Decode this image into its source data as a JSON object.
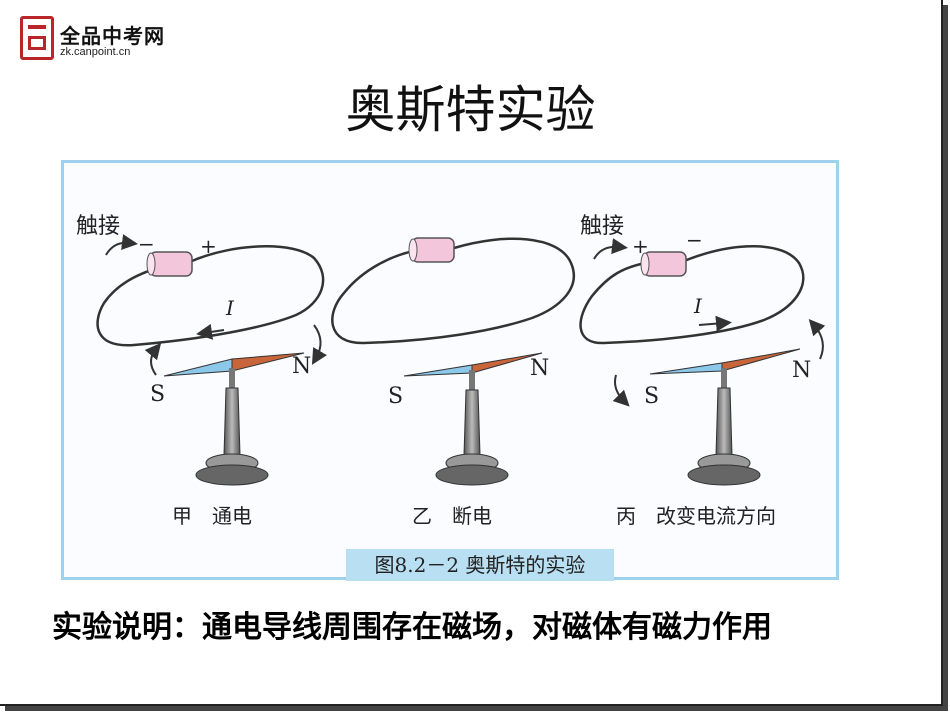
{
  "logo": {
    "name": "全品中考网",
    "url": "zk.canpoint.cn"
  },
  "title": "奥斯特实验",
  "figure": {
    "caption": "图8.2－2   奥斯特的实验",
    "panels": [
      {
        "contact_label": "触接",
        "minus": "−",
        "plus": "+",
        "current_label": "I",
        "south": "S",
        "north": "N",
        "label": "甲　通电"
      },
      {
        "south": "S",
        "north": "N",
        "label": "乙　断电"
      },
      {
        "contact_label": "触接",
        "minus": "−",
        "plus": "+",
        "current_label": "I",
        "south": "S",
        "north": "N",
        "label": "丙　改变电流方向"
      }
    ]
  },
  "explanation": "实验说明：通电导线周围存在磁场，对磁体有磁力作用",
  "colors": {
    "frame": "#9fd0ec",
    "caption_bg": "#b9dff3",
    "needle_south": "#8cc8ea",
    "needle_north": "#c8653a",
    "battery": "#f4c6dc",
    "logo_red": "#b8262a"
  }
}
